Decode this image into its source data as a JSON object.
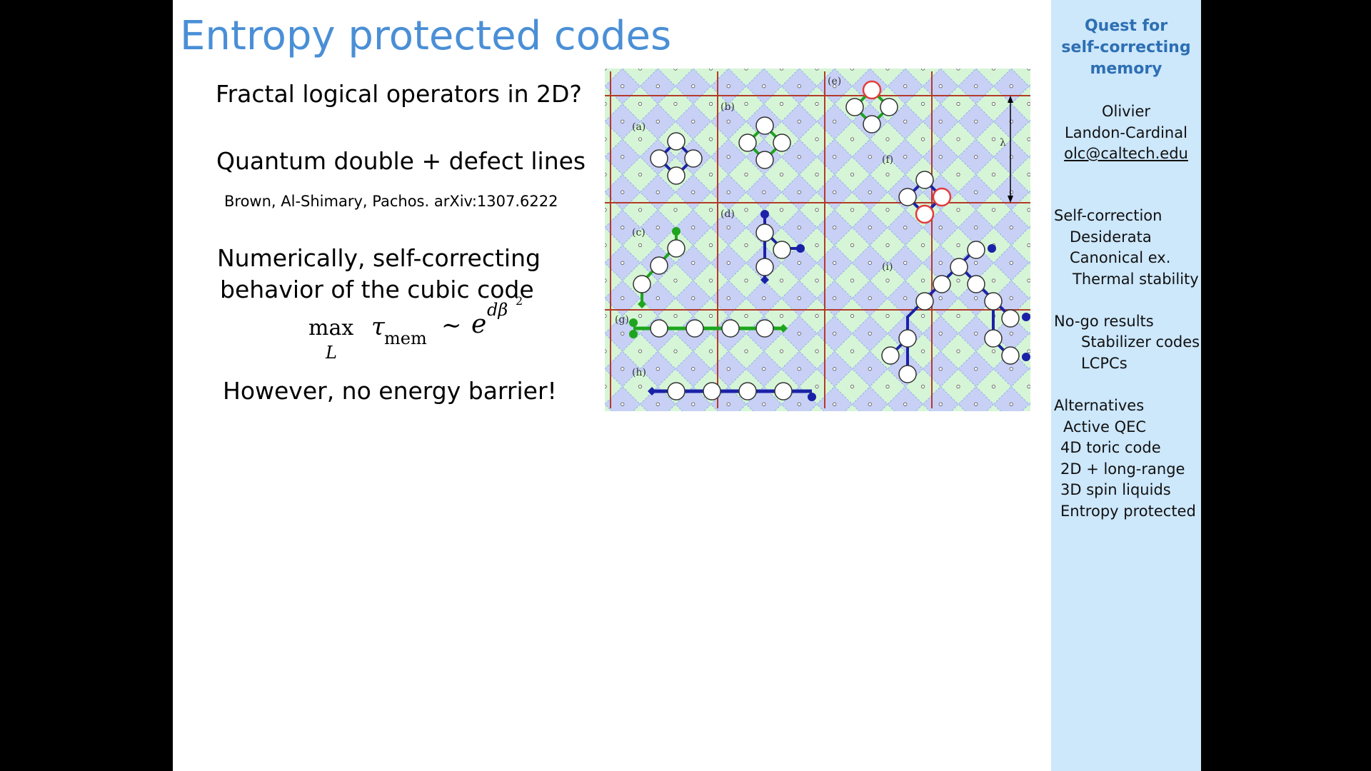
{
  "slide": {
    "title": "Entropy protected codes",
    "bullets": [
      "Fractal logical operators in 2D?",
      "Quantum double + defect lines",
      "Numerically, self-correcting",
      "behavior of the cubic code",
      "However, no energy barrier!"
    ],
    "reference": "Brown,  Al-Shimary, Pachos. arXiv:1307.6222",
    "formula": {
      "max": "max",
      "sub": "L",
      "tau": "τ",
      "mem": "mem",
      "sim": "∼",
      "e": "e",
      "exponent": "dβ",
      "power": "2"
    }
  },
  "figure": {
    "panel_labels": [
      "(a)",
      "(b)",
      "(c)",
      "(d)",
      "(e)",
      "(f)",
      "(g)",
      "(h)",
      "(i)"
    ],
    "lambda_label": "λ",
    "colors": {
      "green_fill": "#d6f5d6",
      "blue_fill": "#c8d0f5",
      "green_line": "#1ea51e",
      "blue_line": "#1b22a8",
      "red_line": "#b33a2a",
      "red_circle": "#e23c3c"
    }
  },
  "sidebar": {
    "heading": [
      "Quest for",
      "self-correcting",
      "memory"
    ],
    "author": [
      "Olivier",
      "Landon-Cardinal"
    ],
    "email": "olc@caltech.edu",
    "sections": [
      {
        "title": "Self-correction",
        "items": [
          "Desiderata",
          "Canonical ex.",
          "Thermal stability"
        ]
      },
      {
        "title": "No-go results",
        "items": [
          "Stabilizer codes",
          "LCPCs"
        ]
      },
      {
        "title": "Alternatives",
        "items": [
          "Active QEC",
          "4D toric code",
          "2D + long-range",
          "3D spin liquids",
          "Entropy protected"
        ]
      }
    ]
  }
}
